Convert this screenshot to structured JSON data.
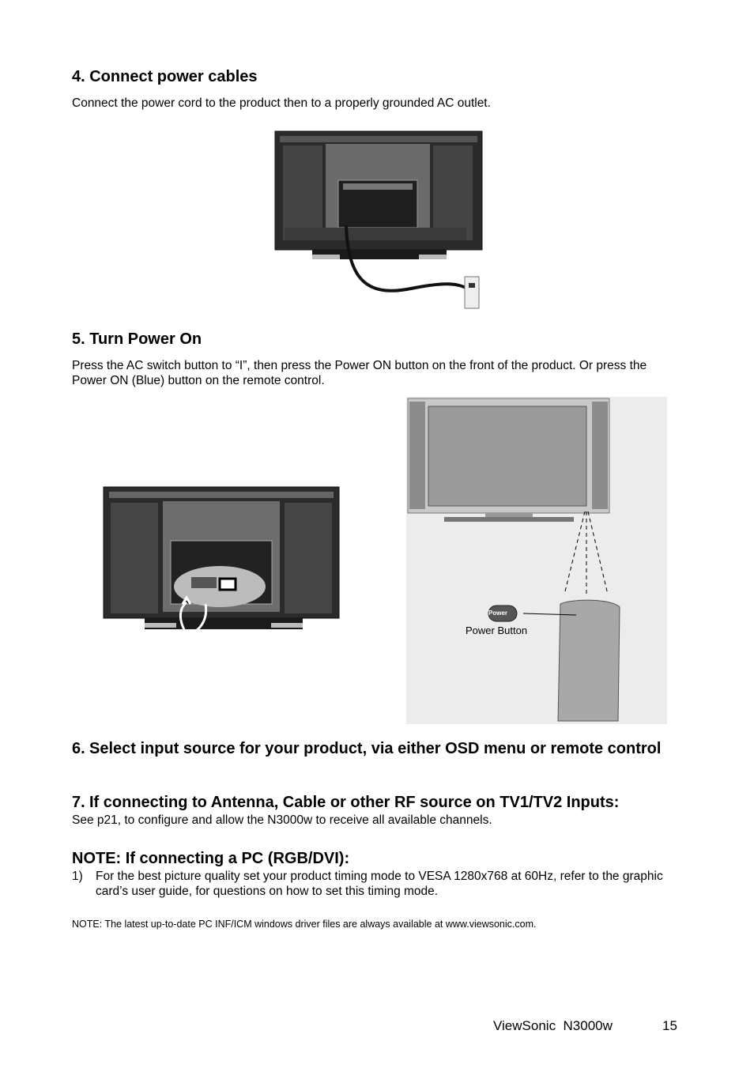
{
  "sections": {
    "s4": {
      "title": "4. Connect power cables",
      "body": "Connect the power cord to the product then to a properly grounded AC outlet."
    },
    "s5": {
      "title": "5. Turn Power On",
      "body": "Press the AC switch button to “I”, then press the Power ON button on the front of the product. Or press the Power ON (Blue) button on the remote control."
    },
    "s6": {
      "number": "6.",
      "title": "Select input source for your product, via either OSD menu or remote control"
    },
    "s7": {
      "number": "7.",
      "title": "If connecting to Antenna, Cable or other RF source on TV1/TV2 Inputs:",
      "body": "See p21, to configure and allow the N3000w to receive all available channels."
    },
    "note": {
      "title": "NOTE: If connecting a PC (RGB/DVI):",
      "items": [
        {
          "number": "1)",
          "text": "For the best picture quality set your product timing mode to VESA 1280x768 at 60Hz, refer to the graphic card’s user guide, for questions on how to set this timing mode."
        }
      ],
      "footnote": "NOTE: The latest up-to-date PC INF/ICM windows driver files are always available at www.viewsonic.com."
    }
  },
  "figures": {
    "remote": {
      "power_key_label": "Power",
      "callout_label": "Power Button"
    }
  },
  "footer": {
    "brand": "ViewSonic",
    "model": "N3000w",
    "page": "15"
  }
}
